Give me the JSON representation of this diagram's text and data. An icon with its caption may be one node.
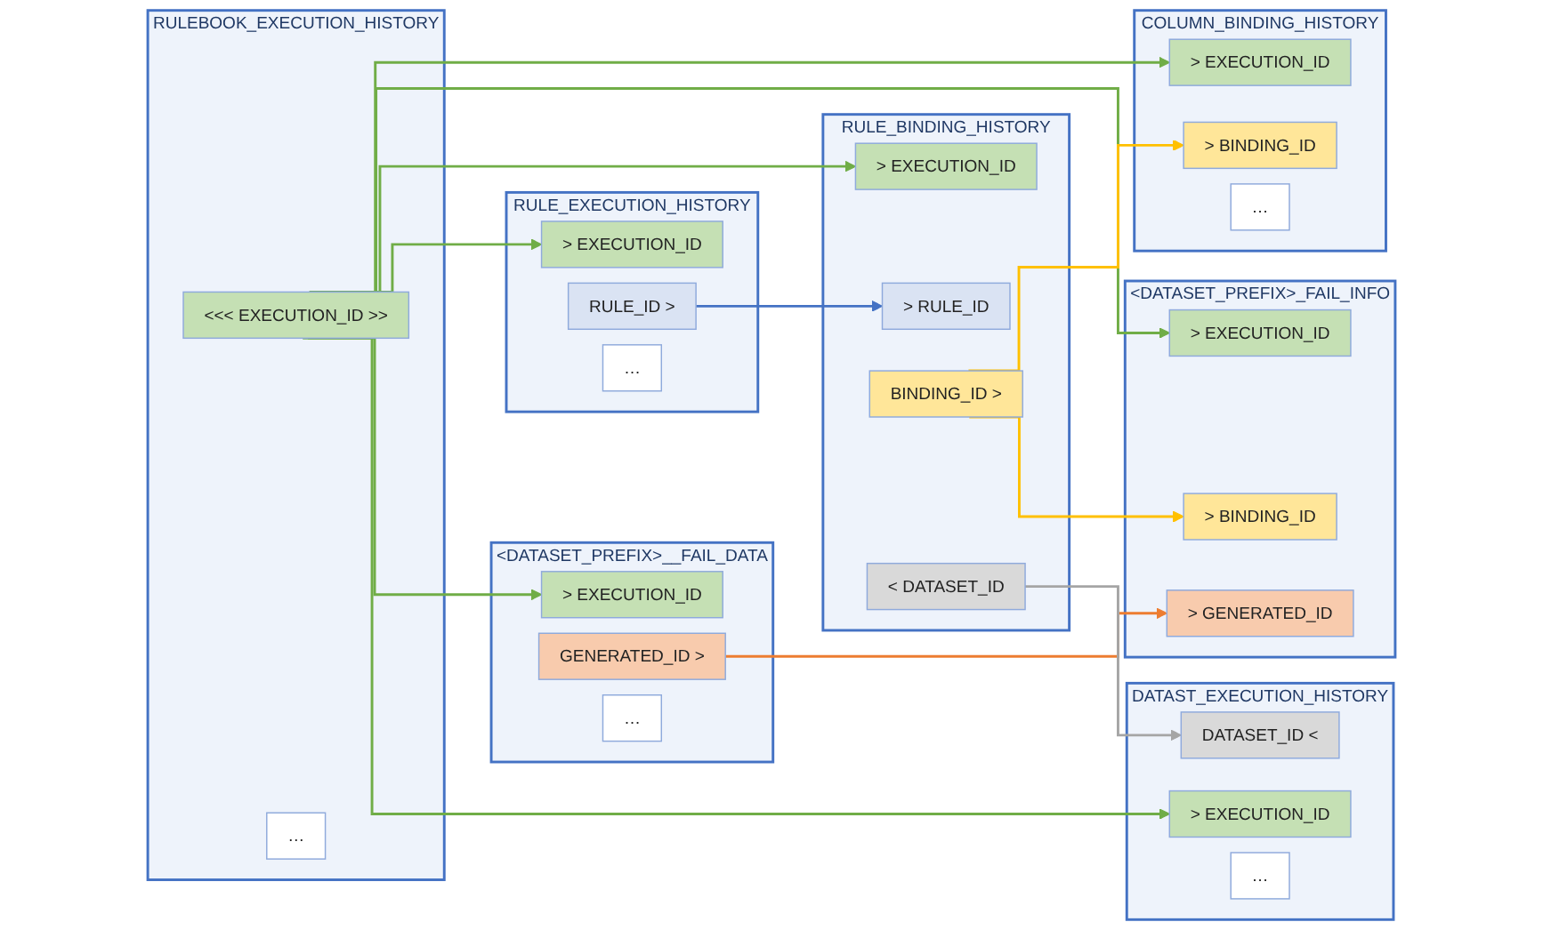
{
  "diagram": {
    "nodes": [
      {
        "text": [
          "RULEBOOK_EXECUTION_HISTORY"
        ]
      },
      {
        "text": [
          "<<< EXECUTION_ID >>"
        ],
        "in": 0
      },
      {
        "text": [
          "…"
        ],
        "in": 0
      },
      {
        "text": [
          "DATAST_EXECUTION_HISTORY"
        ]
      },
      {
        "text": [
          "> EXECUTION_ID"
        ],
        "in": 3
      },
      {
        "text": [
          "DATASET_ID <"
        ],
        "in": 3
      },
      {
        "text": [
          "…"
        ],
        "in": 3
      },
      {
        "text": [
          "<DATASET_PREFIX>__FAIL_DATA"
        ]
      },
      {
        "text": [
          "> EXECUTION_ID"
        ],
        "in": 7
      },
      {
        "text": [
          "GENERATED_ID >"
        ],
        "in": 7
      },
      {
        "text": [
          "…"
        ],
        "in": 7
      },
      {
        "text": [
          "<DATASET_PREFIX>_FAIL_INFO"
        ]
      },
      {
        "text": [
          "> EXECUTION_ID"
        ],
        "in": 11
      },
      {
        "text": [
          "> GENERATED_ID"
        ],
        "in": 11
      },
      {
        "text": [
          "> BINDING_ID"
        ],
        "in": 11
      },
      {
        "text": [
          "RULE_EXECUTION_HISTORY"
        ]
      },
      {
        "text": [
          "> EXECUTION_ID"
        ],
        "in": 15
      },
      {
        "text": [
          "RULE_ID >"
        ],
        "in": 15
      },
      {
        "text": [
          "…"
        ],
        "in": 15
      },
      {
        "text": [
          "RULE_BINDING_HISTORY"
        ]
      },
      {
        "text": [
          "> EXECUTION_ID"
        ],
        "in": 19
      },
      {
        "text": [
          "> RULE_ID"
        ],
        "in": 19
      },
      {
        "text": [
          "BINDING_ID >"
        ],
        "in": 19
      },
      {
        "text": [
          "< DATASET_ID"
        ],
        "in": 19
      },
      {
        "text": [
          "COLUMN_BINDING_HISTORY"
        ]
      },
      {
        "text": [
          "> EXECUTION_ID"
        ],
        "in": 24
      },
      {
        "text": [
          "> BINDING_ID"
        ],
        "in": 24
      },
      {
        "text": [
          "…"
        ],
        "in": 24
      }
    ],
    "edges": [
      {
        "from": 1,
        "to": 4,
        "arrow": "to"
      },
      {
        "from": 1,
        "to": 8,
        "arrow": "to"
      },
      {
        "from": 1,
        "to": 16,
        "arrow": "to"
      },
      {
        "from": 1,
        "to": 20,
        "arrow": "to"
      },
      {
        "from": 1,
        "to": 12,
        "arrow": "to"
      },
      {
        "from": 1,
        "to": 25,
        "arrow": "to"
      },
      {
        "from": 9,
        "to": 13,
        "arrow": "to",
        "color": "#ed7d31"
      },
      {
        "from": 22,
        "to": 14,
        "arrow": "to",
        "color": "#ffc000"
      },
      {
        "from": 22,
        "to": 26,
        "arrow": "to",
        "color": "#ffc000"
      },
      {
        "from": 17,
        "to": 21,
        "arrow": "to",
        "color": "#4472c4"
      },
      {
        "from": 23,
        "to": 5,
        "arrow": "to",
        "color": "#a5a5a5"
      }
    ]
  }
}
